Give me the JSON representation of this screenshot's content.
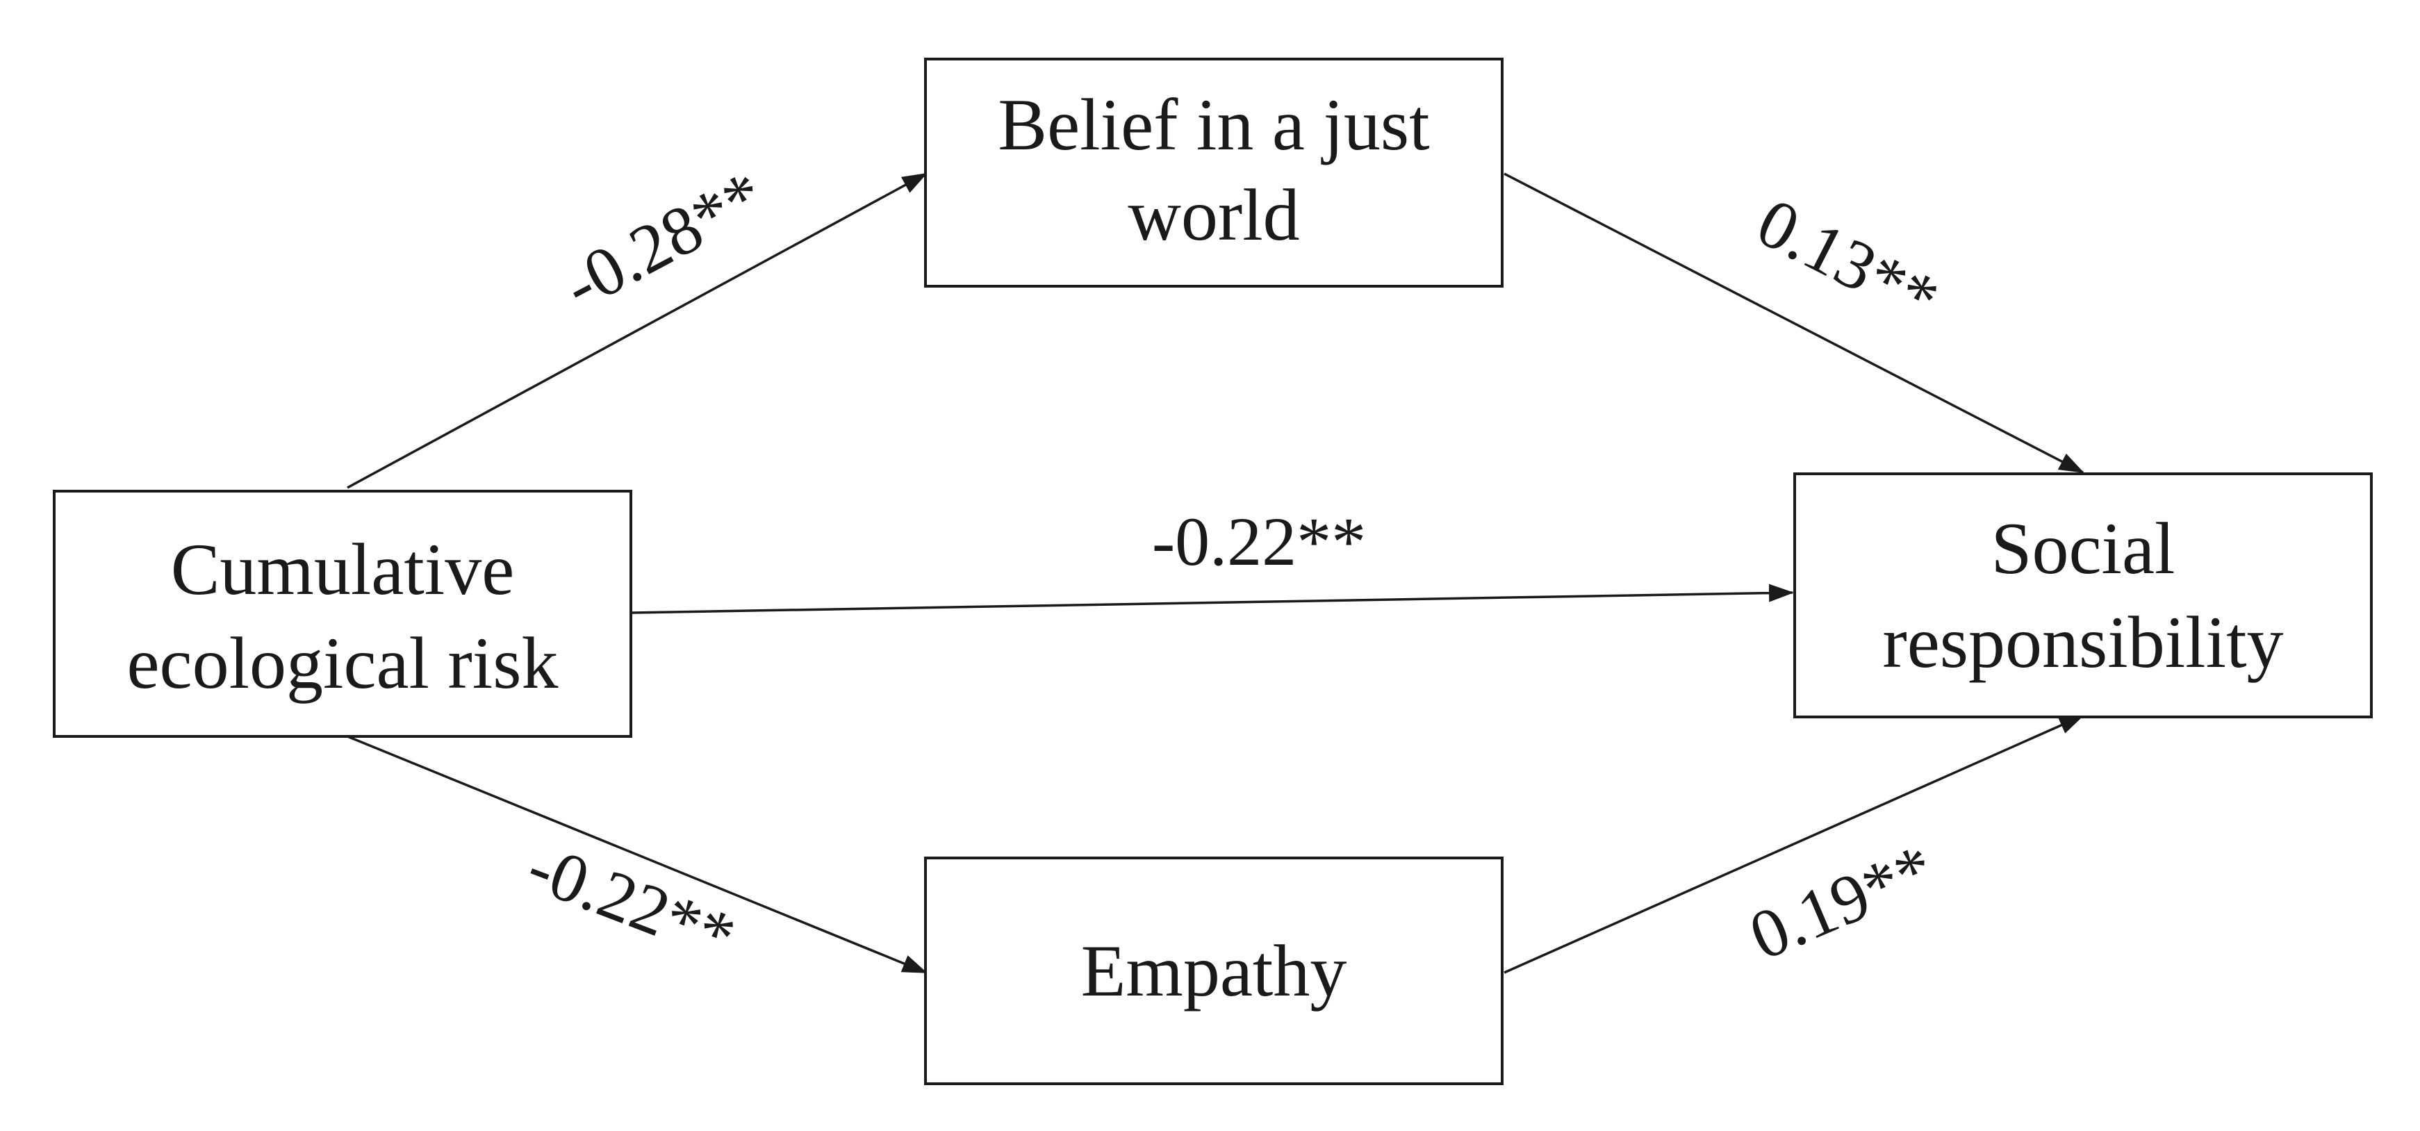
{
  "nodes": {
    "risk": {
      "lines": [
        "Cumulative",
        "ecological risk"
      ]
    },
    "belief": {
      "lines": [
        "Belief in a just",
        "world"
      ]
    },
    "empathy": {
      "lines": [
        "Empathy"
      ]
    },
    "social": {
      "lines": [
        "Social",
        "responsibility"
      ]
    }
  },
  "paths": {
    "risk_to_belief": "-0.28**",
    "belief_to_social": "0.13**",
    "risk_to_social": "-0.22**",
    "risk_to_empathy": "-0.22**",
    "empathy_to_social": "0.19**"
  }
}
